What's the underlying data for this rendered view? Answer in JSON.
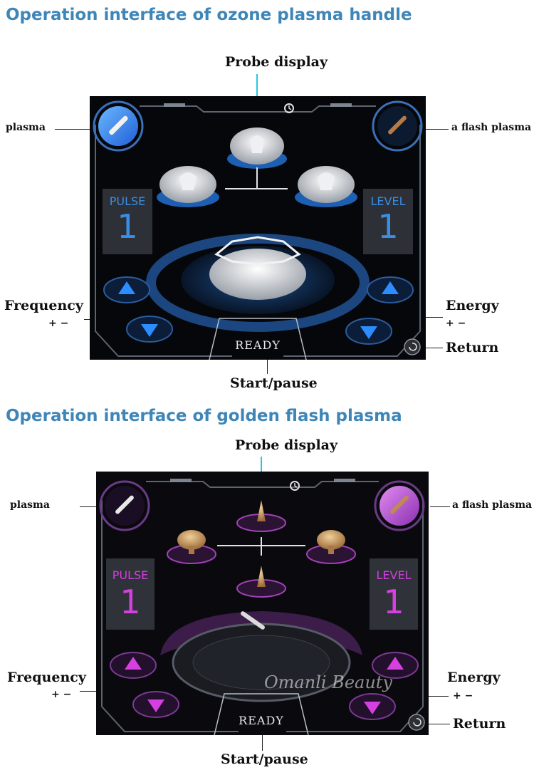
{
  "section1": {
    "title": "Operation interface of ozone plasma handle",
    "probe_display_label": "Probe display",
    "left_label": "plasma",
    "right_label": "a flash plasma",
    "frequency_label": "Frequency",
    "frequency_signs": "+ −",
    "energy_label": "Energy",
    "energy_signs": "+ −",
    "return_label": "Return",
    "start_pause_label": "Start/pause",
    "pulse_label": "PULSE",
    "pulse_value": "1",
    "level_label": "LEVEL",
    "level_value": "1",
    "ready_label": "READY",
    "accent": "#3a8ee6"
  },
  "section2": {
    "title": "Operation interface of golden flash plasma",
    "probe_display_label": "Probe display",
    "left_label": "plasma",
    "right_label": "a flash plasma",
    "frequency_label": "Frequency",
    "frequency_signs": "+ −",
    "energy_label": "Energy",
    "energy_signs": "+ −",
    "return_label": "Return",
    "start_pause_label": "Start/pause",
    "pulse_label": "PULSE",
    "pulse_value": "1",
    "level_label": "LEVEL",
    "level_value": "1",
    "ready_label": "READY",
    "watermark": "Omanli Beauty",
    "accent": "#d63fe0"
  },
  "icons": [
    "clock-icon",
    "plasma-handle-icon",
    "flash-plasma-handle-icon",
    "up-arrow-icon",
    "down-arrow-icon",
    "return-icon"
  ]
}
